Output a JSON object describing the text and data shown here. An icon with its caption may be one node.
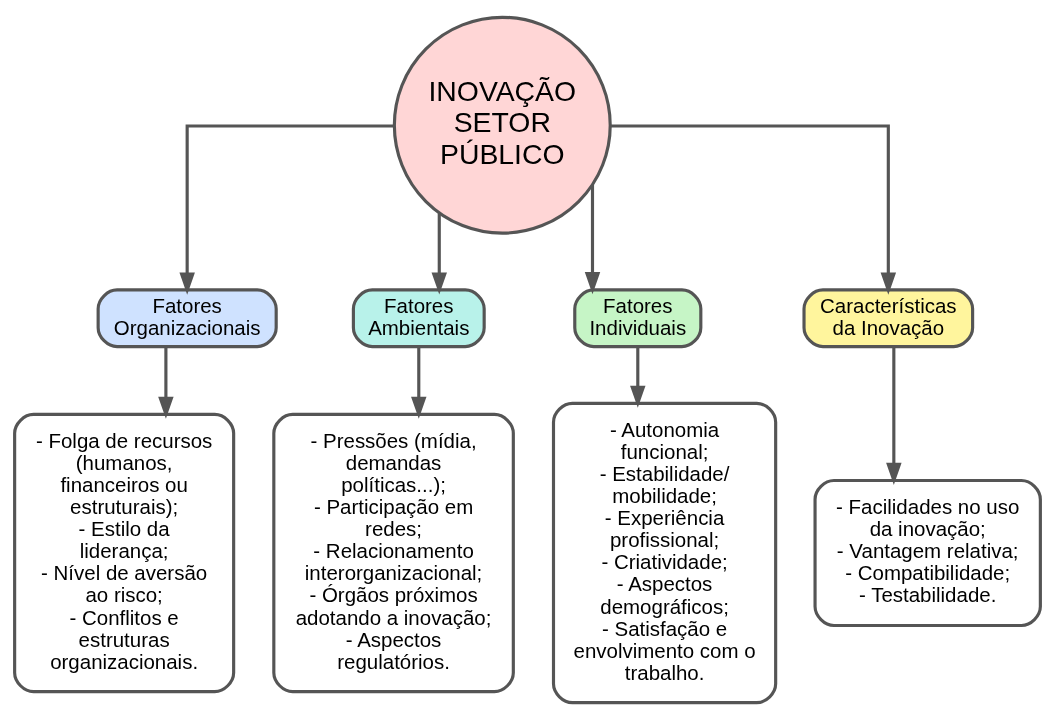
{
  "diagram": {
    "nodes": [
      {
        "text": [
          "INOVAÇÃO SETOR PÚBLICO"
        ]
      },
      {
        "text": [
          "Fatores Organizacionais"
        ]
      },
      {
        "text": [
          "Fatores Ambientais"
        ]
      },
      {
        "text": [
          "Fatores Individuais"
        ]
      },
      {
        "text": [
          "Características da Inovação"
        ]
      },
      {
        "text": [
          "- Folga de recursos (humanos, financeiros ou estruturais);",
          "- Estilo da liderança;",
          "- Nível de aversão ao risco;",
          "- Conflitos e estruturas organizacionais."
        ]
      },
      {
        "text": [
          "- Pressões (mídia, demandas políticas...);",
          "- Participação em redes;",
          "- Relacionamento interorganizacional;",
          "- Órgãos próximos adotando a inovação;",
          "- Aspectos regulatórios."
        ]
      },
      {
        "text": [
          "- Autonomia funcional;",
          "- Estabilidade/ mobilidade;",
          "- Experiência profissional;",
          "- Criatividade;",
          "- Aspectos demográficos;",
          "- Satisfação e envolvimento com o trabalho."
        ]
      },
      {
        "text": [
          "- Facilidades no uso da inovação;",
          "- Vantagem relativa;",
          "- Compatibilidade;",
          "- Testabilidade."
        ]
      }
    ],
    "edges": [
      {
        "from": 0,
        "to": 1,
        "arrow": "to"
      },
      {
        "from": 0,
        "to": 2,
        "arrow": "to"
      },
      {
        "from": 0,
        "to": 3,
        "arrow": "to"
      },
      {
        "from": 0,
        "to": 4,
        "arrow": "to"
      },
      {
        "from": 1,
        "to": 5,
        "arrow": "to"
      },
      {
        "from": 2,
        "to": 6,
        "arrow": "to"
      },
      {
        "from": 3,
        "to": 7,
        "arrow": "to"
      },
      {
        "from": 4,
        "to": 8,
        "arrow": "to"
      }
    ]
  }
}
